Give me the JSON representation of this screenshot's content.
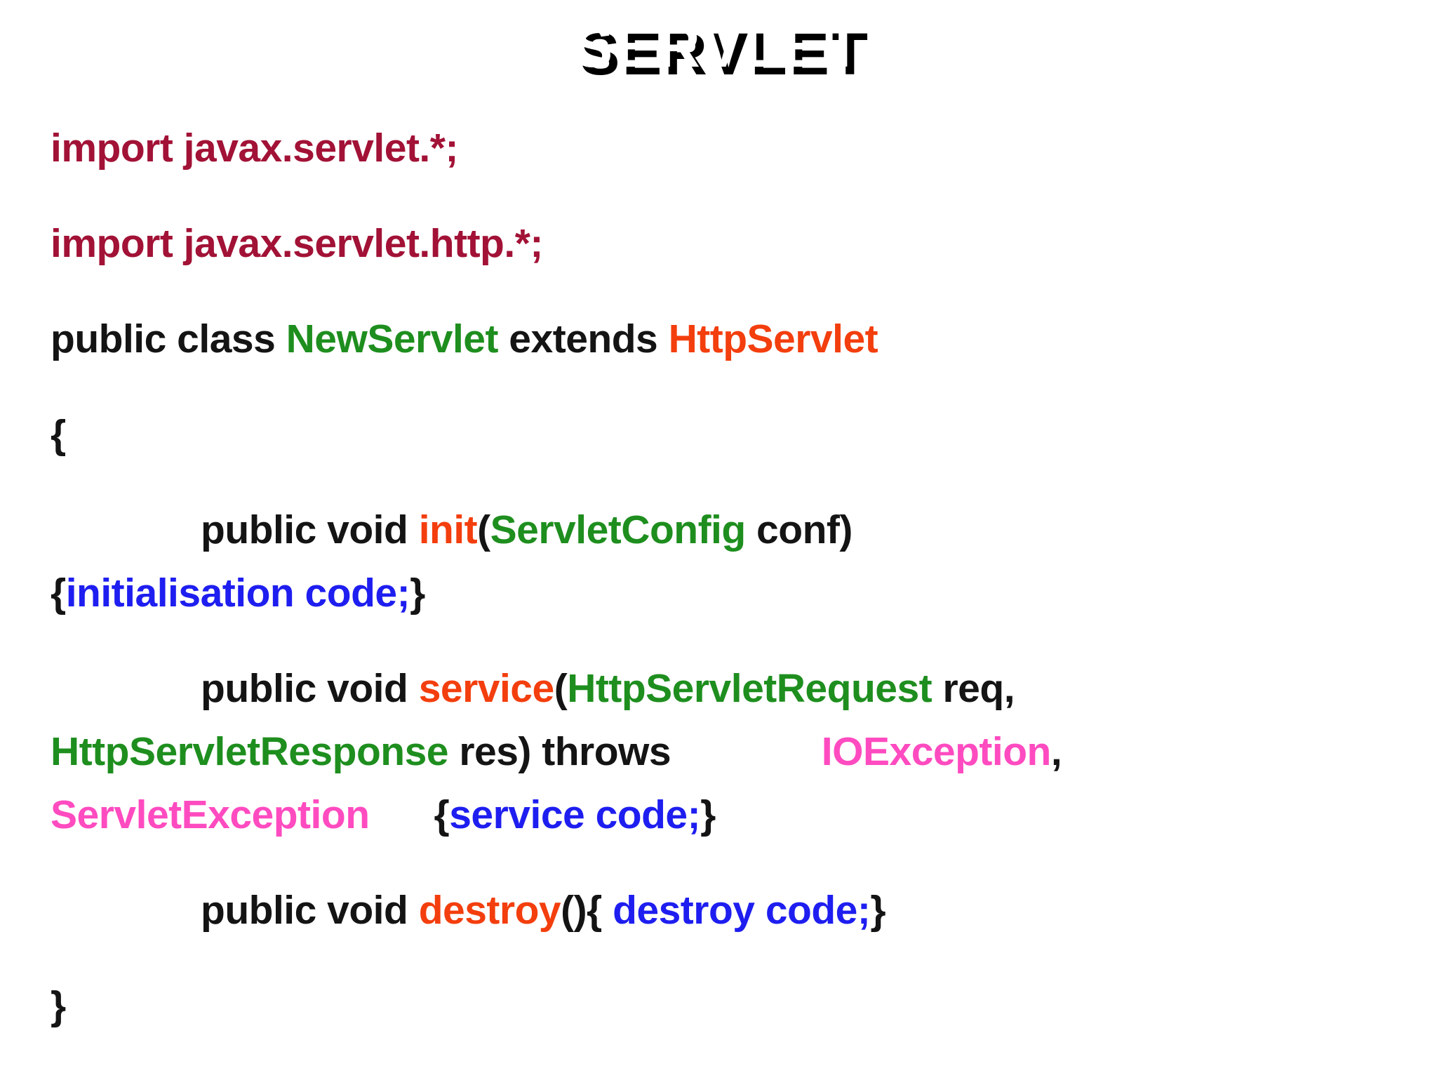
{
  "title": "SERVLET",
  "palette": {
    "black": "#141414",
    "darkred": "#A21236",
    "green": "#1E8E1E",
    "orange": "#F33E0D",
    "blue": "#1E1EF0",
    "pink": "#FF4BC0",
    "title_fill": "#FFFFFF",
    "title_shadow": "#000000"
  },
  "code": {
    "paragraphs": [
      {
        "lines": [
          {
            "indent": false,
            "segments": [
              {
                "t": "import javax.servlet.*;",
                "c": "darkred"
              }
            ]
          }
        ]
      },
      {
        "lines": [
          {
            "indent": false,
            "segments": [
              {
                "t": "import javax.servlet.http.*;",
                "c": "darkred"
              }
            ]
          }
        ]
      },
      {
        "lines": [
          {
            "indent": false,
            "segments": [
              {
                "t": "public class ",
                "c": "black"
              },
              {
                "t": "NewServlet",
                "c": "green"
              },
              {
                "t": " extends ",
                "c": "black"
              },
              {
                "t": "HttpServlet",
                "c": "orange"
              }
            ]
          }
        ]
      },
      {
        "lines": [
          {
            "indent": false,
            "segments": [
              {
                "t": "{",
                "c": "black"
              }
            ]
          }
        ]
      },
      {
        "lines": [
          {
            "indent": true,
            "segments": [
              {
                "t": "public void ",
                "c": "black"
              },
              {
                "t": "init",
                "c": "orange"
              },
              {
                "t": "(",
                "c": "black"
              },
              {
                "t": "ServletConfig",
                "c": "green"
              },
              {
                "t": " conf)",
                "c": "black"
              }
            ]
          },
          {
            "indent": false,
            "segments": [
              {
                "t": "{",
                "c": "black"
              },
              {
                "t": "initialisation code;",
                "c": "blue"
              },
              {
                "t": "}",
                "c": "black"
              }
            ]
          }
        ]
      },
      {
        "lines": [
          {
            "indent": true,
            "segments": [
              {
                "t": "public void ",
                "c": "black"
              },
              {
                "t": "service",
                "c": "orange"
              },
              {
                "t": "(",
                "c": "black"
              },
              {
                "t": "HttpServletRequest",
                "c": "green"
              },
              {
                "t": " req,",
                "c": "black"
              }
            ]
          },
          {
            "indent": false,
            "segments": [
              {
                "t": "HttpServletResponse",
                "c": "green"
              },
              {
                "t": " res) throws              ",
                "c": "black"
              },
              {
                "t": "IOException",
                "c": "pink"
              },
              {
                "t": ",",
                "c": "black"
              }
            ]
          },
          {
            "indent": false,
            "segments": [
              {
                "t": "ServletException",
                "c": "pink"
              },
              {
                "t": "      {",
                "c": "black"
              },
              {
                "t": "service code;",
                "c": "blue"
              },
              {
                "t": "}",
                "c": "black"
              }
            ]
          }
        ]
      },
      {
        "lines": [
          {
            "indent": true,
            "segments": [
              {
                "t": "public void ",
                "c": "black"
              },
              {
                "t": "destroy",
                "c": "orange"
              },
              {
                "t": "(){ ",
                "c": "black"
              },
              {
                "t": "destroy code;",
                "c": "blue"
              },
              {
                "t": "}",
                "c": "black"
              }
            ]
          }
        ]
      },
      {
        "lines": [
          {
            "indent": false,
            "segments": [
              {
                "t": "}",
                "c": "black"
              }
            ]
          }
        ]
      }
    ]
  }
}
